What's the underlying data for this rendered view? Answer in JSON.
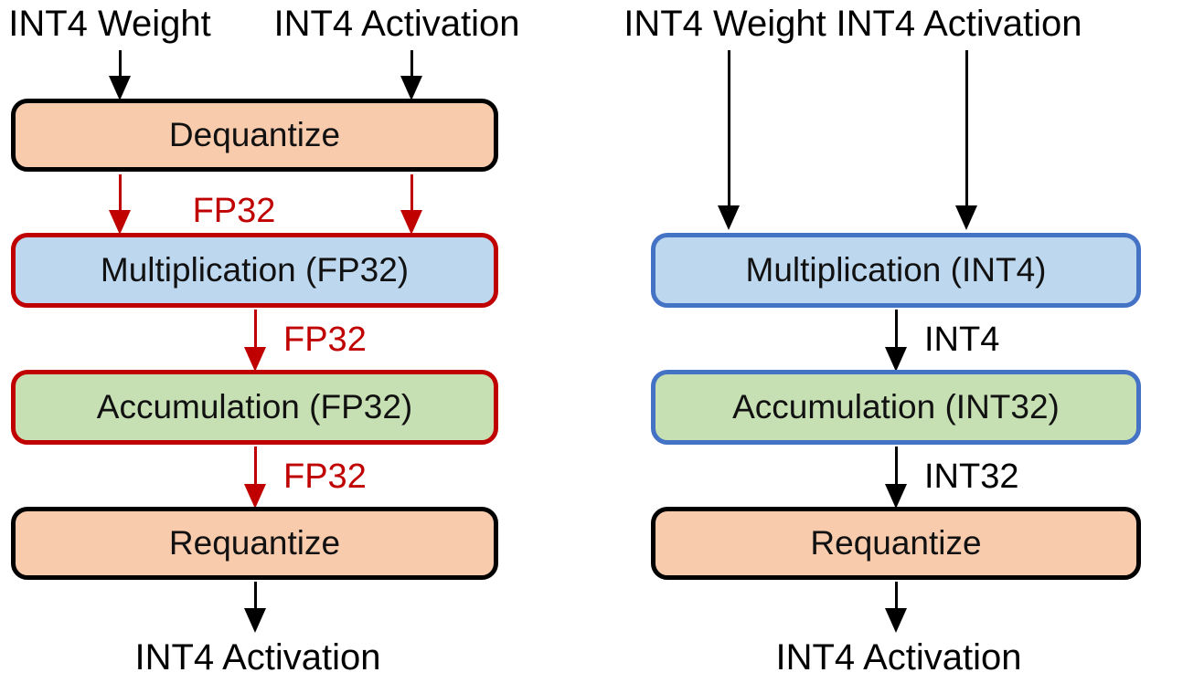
{
  "colors": {
    "red_accent": "#C00000",
    "blue_border": "#4472C4",
    "black_border": "#000000",
    "peach_fill": "#F8CBAD",
    "blue_fill": "#BDD7EE",
    "green_fill": "#C6E0B4"
  },
  "left_pipeline": {
    "inputs": [
      "INT4 Weight",
      "INT4 Activation"
    ],
    "boxes": [
      "Dequantize",
      "Multiplication (FP32)",
      "Accumulation (FP32)",
      "Requantize"
    ],
    "edge_labels": [
      "FP32",
      "FP32",
      "FP32"
    ],
    "output": "INT4 Activation"
  },
  "right_pipeline": {
    "inputs": [
      "INT4 Weight",
      "INT4 Activation"
    ],
    "boxes": [
      "Multiplication (INT4)",
      "Accumulation (INT32)",
      "Requantize"
    ],
    "edge_labels": [
      "INT4",
      "INT32"
    ],
    "output": "INT4 Activation"
  }
}
